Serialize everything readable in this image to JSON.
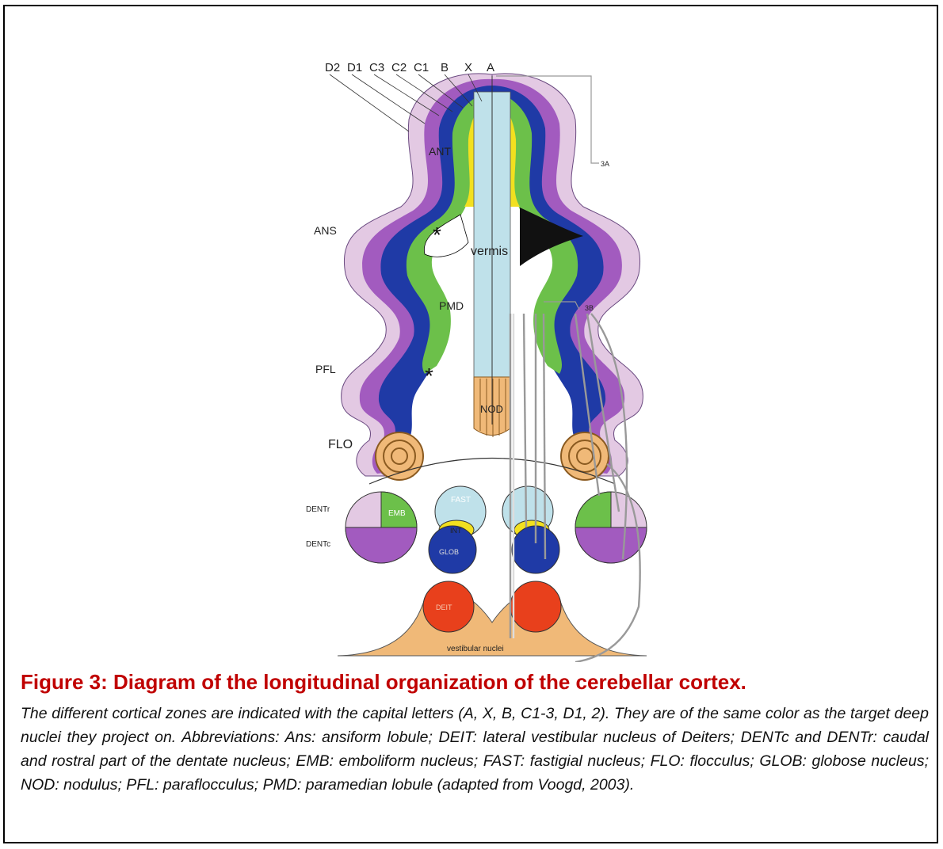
{
  "figure": {
    "zone_labels": [
      "D2",
      "D1",
      "C3",
      "C2",
      "C1",
      "B",
      "X",
      "A"
    ],
    "region_labels": {
      "ant": "ANT",
      "ans": "ANS",
      "vermis": "vermis",
      "pmd": "PMD",
      "pfl": "PFL",
      "nod": "NOD",
      "flo": "FLO",
      "fast": "FAST",
      "int": "INT",
      "glob": "GLOB",
      "emb": "EMB",
      "dent_r": "DENTr",
      "dent_c": "DENTc",
      "deit": "DEIT",
      "vestibular": "vestibular nuclei",
      "ref_3a": "3A",
      "ref_3b": "3B"
    },
    "colors": {
      "d_zone": "#e3c9e3",
      "c_outer": "#a25bbf",
      "c_mid": "#1f3aa6",
      "c_inner": "#6cc04a",
      "b_zone": "#f2e01f",
      "x_zone": "#e8401c",
      "vermis": "#bfe1ea",
      "nodulus": "#f0b978",
      "caption_title": "#c00000"
    }
  },
  "caption": {
    "title": "Figure 3: Diagram of the longitudinal organization of the cerebellar cortex.",
    "body": "The different cortical zones are indicated with the capital letters (A, X, B, C1-3, D1, 2). They are of the same color as the target deep nuclei they project on. Abbreviations: Ans: ansiform lobule; DEIT: lateral vestibular nucleus of Deiters; DENTc and DENTr: caudal and rostral part of the dentate nucleus; EMB: emboliform nucleus; FAST: fastigial nucleus; FLO: flocculus; GLOB: globose nucleus; NOD: nodulus; PFL: paraflocculus; PMD: paramedian lobule (adapted from Voogd, 2003)."
  }
}
